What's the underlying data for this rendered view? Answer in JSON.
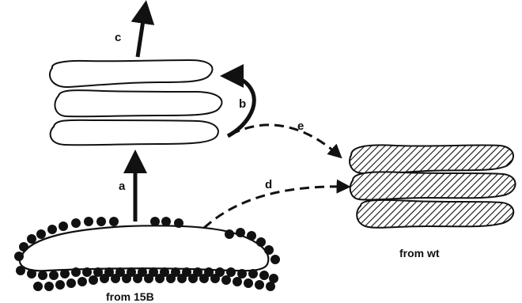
{
  "diagram": {
    "arrows": {
      "a": "a",
      "b": "b",
      "c": "c",
      "d": "d",
      "e": "e"
    },
    "labels": {
      "from_15b": "from 15B",
      "from_wt": "from wt"
    },
    "colors": {
      "ink": "#111111",
      "background": "#ffffff"
    }
  }
}
